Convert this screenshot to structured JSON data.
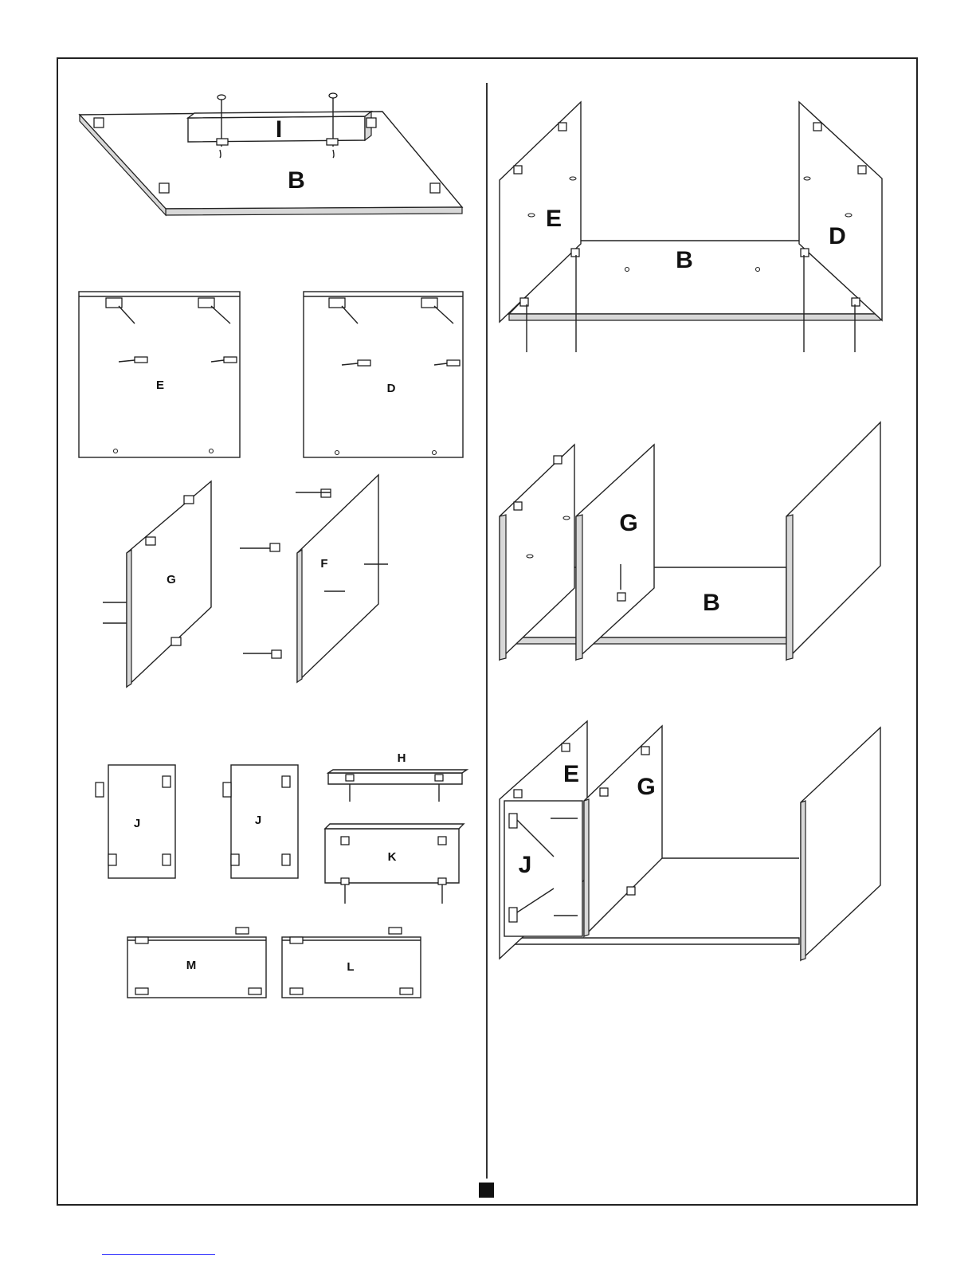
{
  "labels": {
    "fig1_I": "I",
    "fig1_B": "B",
    "fig2_E": "E",
    "fig2_D": "D",
    "fig3_G": "G",
    "fig3_F": "F",
    "fig4_H": "H",
    "fig4_J1": "J",
    "fig4_J2": "J",
    "fig4_K": "K",
    "fig4_M": "M",
    "fig4_L": "L",
    "fig5_E": "E",
    "fig5_D": "D",
    "fig5_B": "B",
    "fig6_G": "G",
    "fig6_B": "B",
    "fig7_E": "E",
    "fig7_G": "G",
    "fig7_J": "J"
  },
  "icons": {
    "screw": "screw-icon",
    "bracket": "bracket-icon",
    "dowel": "dowel-icon",
    "page_marker": "square-marker-icon"
  },
  "colors": {
    "line": "#222222",
    "paper": "#ffffff",
    "marker": "#111111",
    "link_underline": "#3a3aff"
  }
}
